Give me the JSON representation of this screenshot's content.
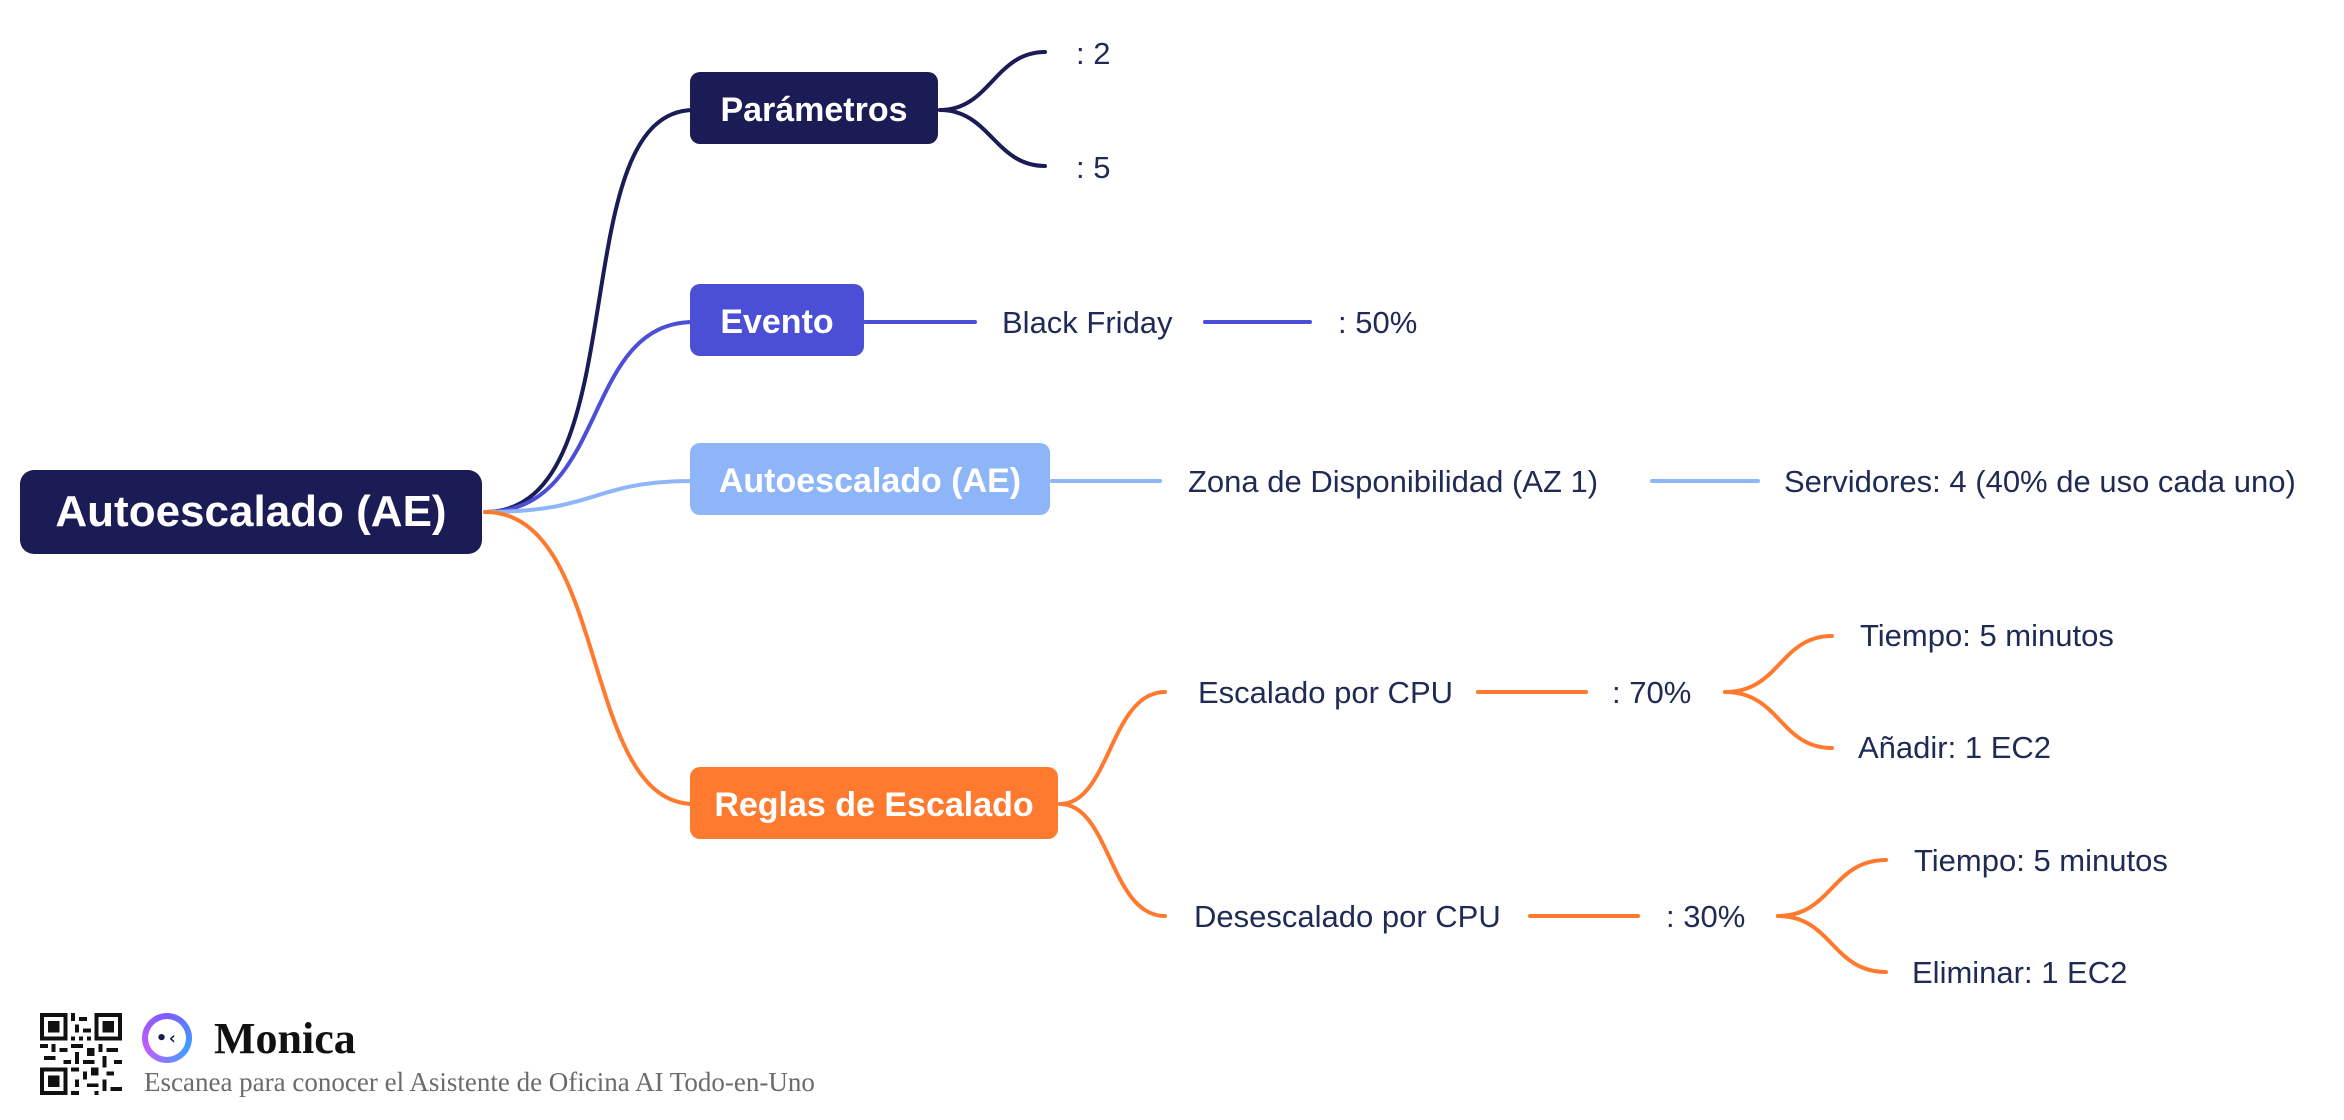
{
  "root": {
    "label": "Autoescalado (AE)",
    "color": "#1b1b56"
  },
  "branches": {
    "parametros": {
      "label": "Parámetros",
      "color": "#1b1b56",
      "children": [
        ": 2",
        ": 5"
      ]
    },
    "evento": {
      "label": "Evento",
      "color": "#4a4fd6",
      "child": "Black Friday",
      "grandchild": ": 50%"
    },
    "autoescalado": {
      "label": "Autoescalado (AE)",
      "color": "#8fb5f9",
      "child": "Zona de Disponibilidad (AZ 1)",
      "grandchild": "Servidores: 4 (40% de uso cada uno)"
    },
    "reglas": {
      "label": "Reglas de Escalado",
      "color": "#ff7a2f",
      "escalado": {
        "label": "Escalado por CPU",
        "threshold": ": 70%",
        "tiempo": "Tiempo: 5 minutos",
        "accion": "Añadir: 1 EC2"
      },
      "desescalado": {
        "label": "Desescalado por CPU",
        "threshold": ": 30%",
        "tiempo": "Tiempo: 5 minutos",
        "accion": "Eliminar: 1 EC2"
      }
    }
  },
  "footer": {
    "brand": "Monica",
    "tagline": "Escanea para conocer el Asistente de Oficina AI Todo-en-Uno",
    "icons": [
      "qr-code-icon",
      "monica-logo-icon"
    ]
  },
  "text_color": "#1f2a55"
}
